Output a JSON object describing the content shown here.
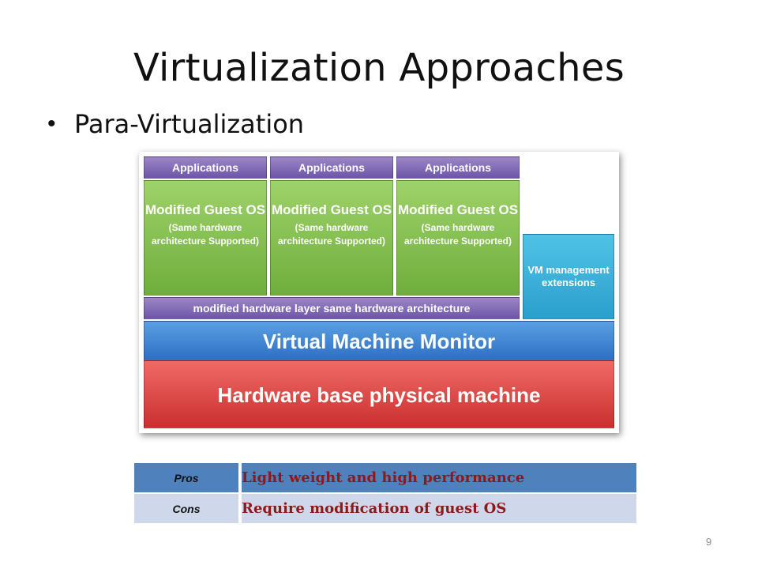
{
  "title": "Virtualization Approaches",
  "bullet": "Para-Virtualization",
  "diagram": {
    "applications_label": "Applications",
    "guest_os_main": "Modified Guest OS",
    "guest_os_sub": "(Same hardware architecture Supported)",
    "vm_extensions": "VM management extensions",
    "modified_hw_layer": "modified hardware layer same hardware architecture",
    "vmm": "Virtual Machine Monitor",
    "hardware_base": "Hardware base physical machine"
  },
  "table": {
    "rows": [
      {
        "label": "Pros",
        "value": "Light weight and high performance"
      },
      {
        "label": "Cons",
        "value": "Require modification of guest OS"
      }
    ]
  },
  "page_number": "9"
}
